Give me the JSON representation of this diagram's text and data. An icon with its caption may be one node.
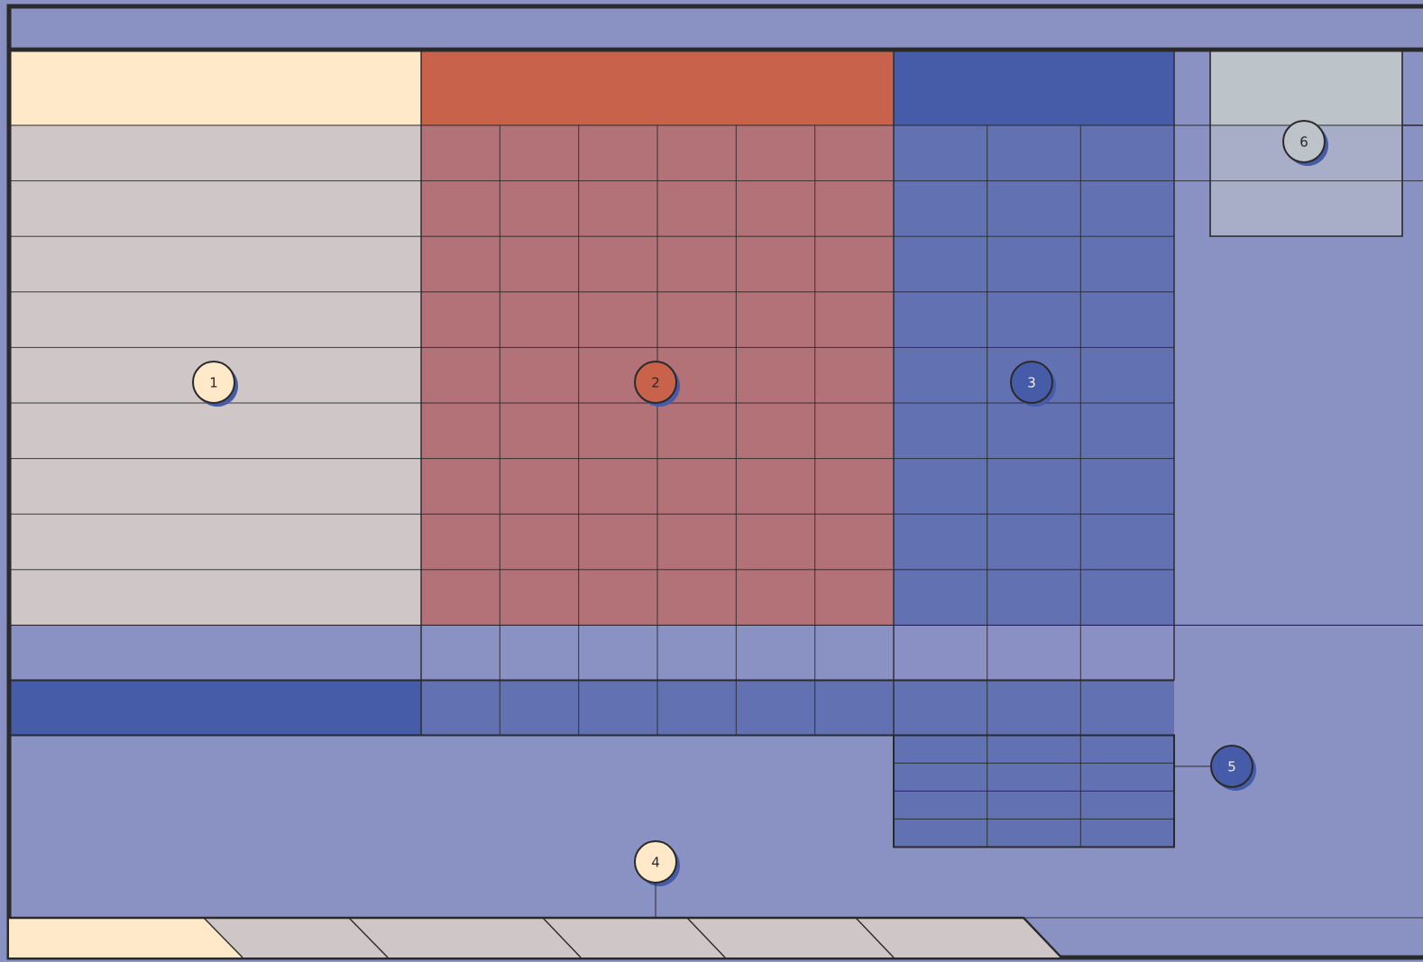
{
  "diagram": {
    "nodes": [
      {
        "text": [
          "1"
        ]
      },
      {
        "text": [
          "2"
        ]
      },
      {
        "text": [
          "3"
        ]
      },
      {
        "text": [
          "4"
        ]
      },
      {
        "text": [
          "5"
        ]
      },
      {
        "text": [
          "6"
        ]
      },
      {
        "text": [],
        "shape": "box"
      },
      {
        "text": [],
        "shape": "bar"
      }
    ],
    "edges": [
      {
        "from": 3,
        "to": 7,
        "arrow": "none"
      },
      {
        "from": 4,
        "to": 6,
        "arrow": "none"
      }
    ]
  }
}
